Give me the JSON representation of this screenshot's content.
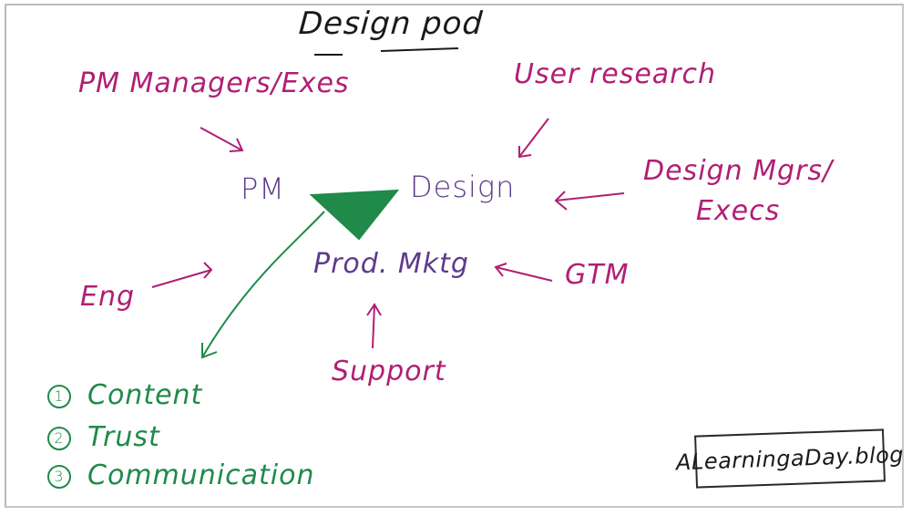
{
  "title": "Design pod",
  "core_team": {
    "members": [
      "PM",
      "Design",
      "Prod. Mktg"
    ],
    "triangle_color": "#1f8a4a"
  },
  "stakeholders": [
    {
      "label": "PM Managers/Exes",
      "target": "PM"
    },
    {
      "label": "User research",
      "target": "Design"
    },
    {
      "label_line1": "Design Mgrs/",
      "label_line2": "Execs",
      "target": "Design"
    },
    {
      "label": "GTM",
      "target": "Prod. Mktg"
    },
    {
      "label": "Eng",
      "target": "PM"
    },
    {
      "label": "Support",
      "target": "Prod. Mktg"
    }
  ],
  "priorities": [
    {
      "num": "1",
      "label": "Content"
    },
    {
      "num": "2",
      "label": "Trust"
    },
    {
      "num": "3",
      "label": "Communication"
    }
  ],
  "watermark": "ALearningaDay.blog",
  "colors": {
    "stakeholder": "#b01f74",
    "core": "#5e3a8c",
    "priority": "#1f8a4a",
    "title": "#1a1a1a"
  }
}
